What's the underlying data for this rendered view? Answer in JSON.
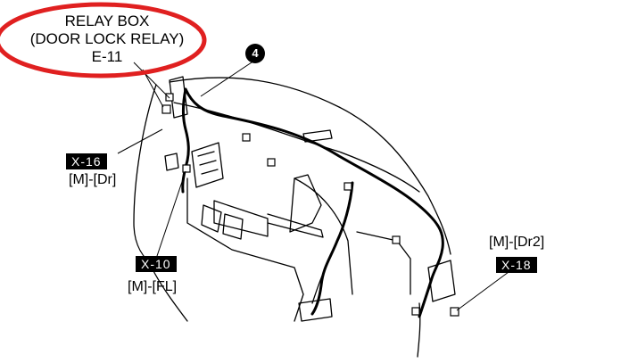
{
  "relay_box": {
    "line1": "RELAY BOX",
    "line2": "(DOOR LOCK RELAY)",
    "line3": "E-11",
    "highlight_color": "#e02020"
  },
  "callout_number": "4",
  "connectors": {
    "x16": {
      "tag": "X-16",
      "label": "[M]-[Dr]"
    },
    "x10": {
      "tag": "X-10",
      "label": "[M]-[FL]"
    },
    "x18": {
      "tag": "X-18",
      "label": "[M]-[Dr2]"
    }
  }
}
